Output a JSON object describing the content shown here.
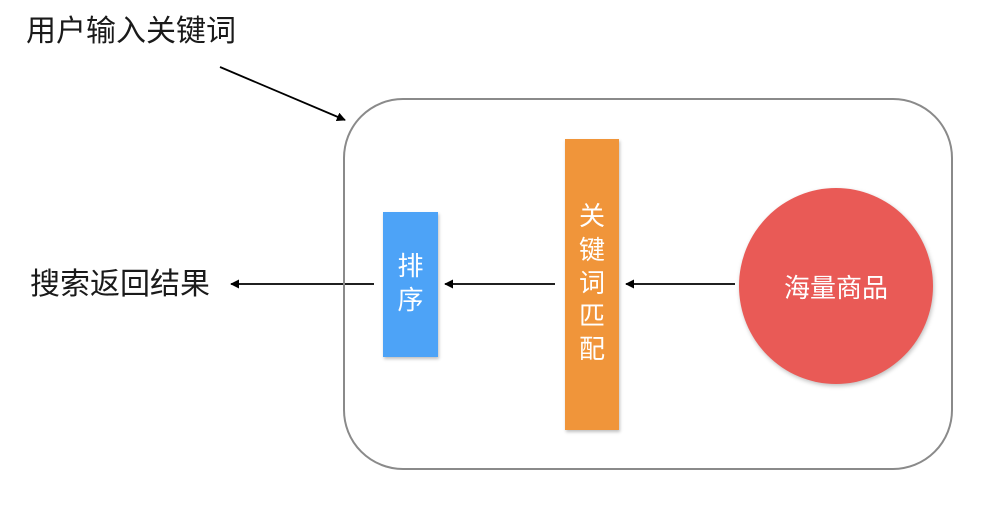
{
  "input_label": "用户输入关键词",
  "output_label": "搜索返回结果",
  "sort_chars": [
    "排",
    "序"
  ],
  "match_chars": [
    "关",
    "键",
    "词",
    "匹",
    "配"
  ],
  "products_label": "海量商品",
  "colors": {
    "sort": "#4da3f7",
    "match": "#f0953a",
    "products": "#e95a56",
    "border": "#8a8a8a",
    "arrow": "#000000"
  }
}
